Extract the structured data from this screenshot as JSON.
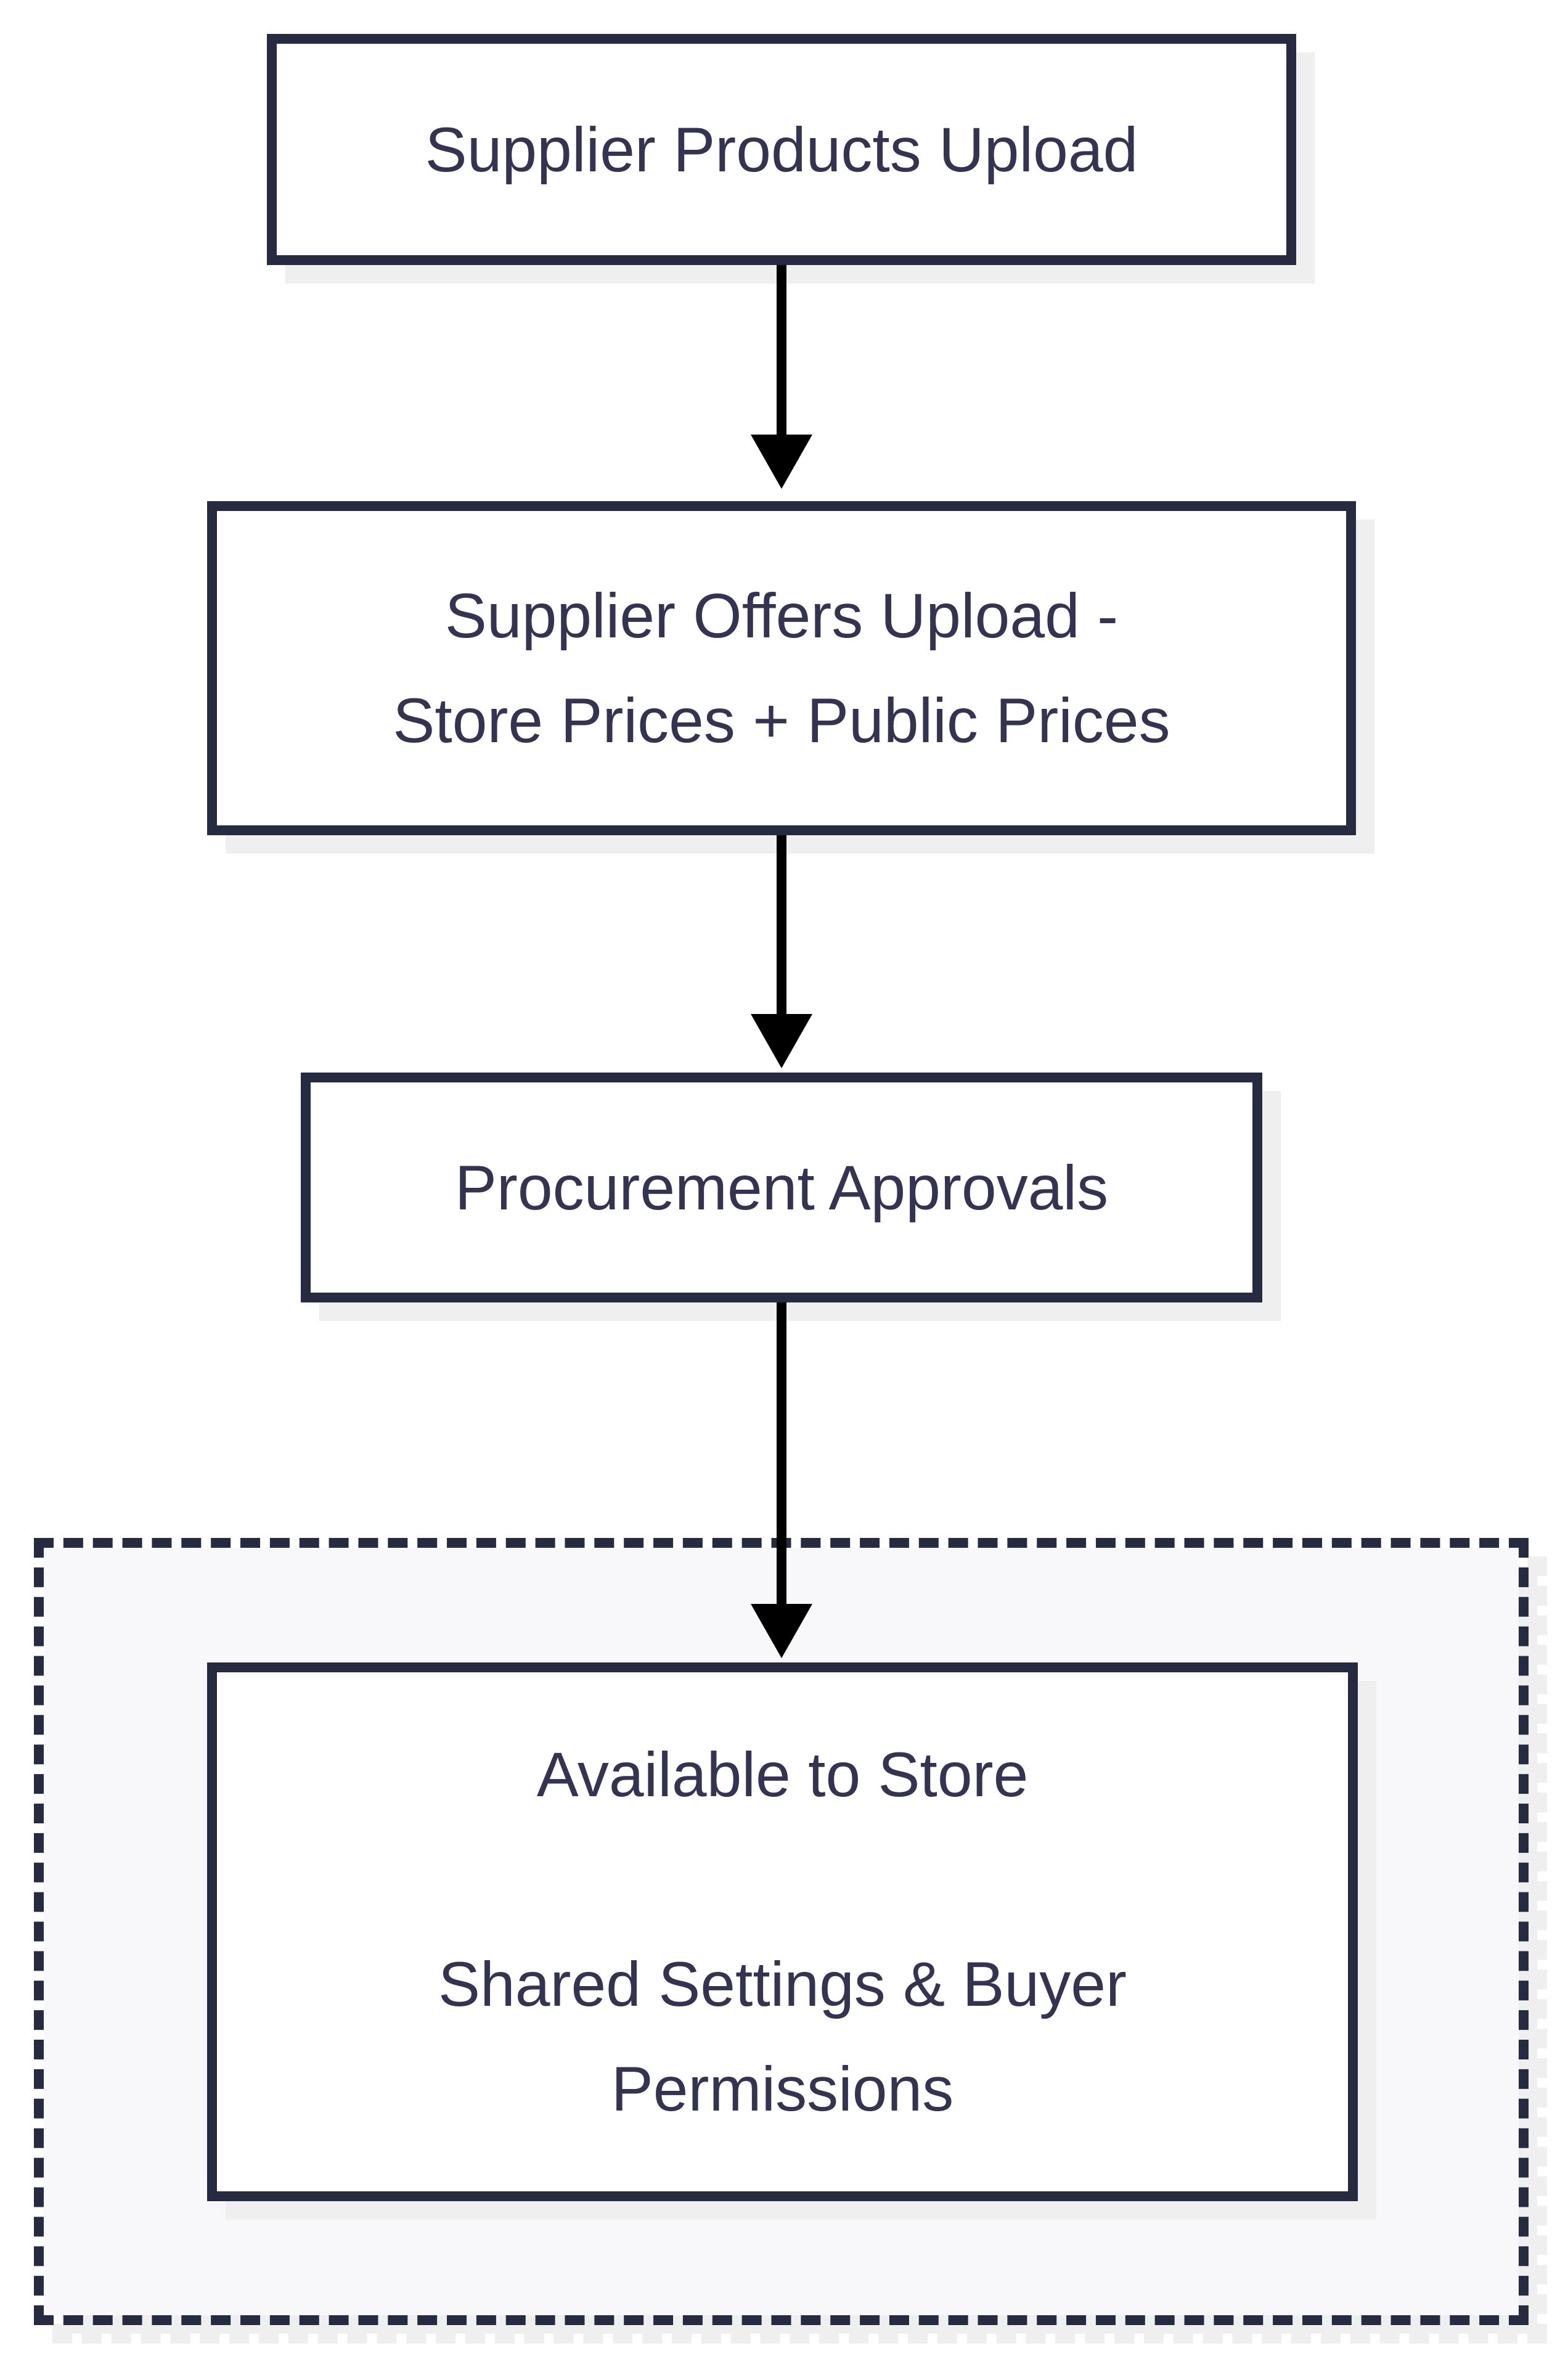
{
  "diagram": {
    "type": "flowchart",
    "direction": "top-down",
    "nodes": [
      {
        "id": "supplier-products-upload",
        "lines": [
          "Supplier Products Upload"
        ]
      },
      {
        "id": "supplier-offers-upload",
        "lines": [
          "Supplier Offers Upload -",
          "Store Prices + Public Prices"
        ]
      },
      {
        "id": "procurement-approvals",
        "lines": [
          "Procurement Approvals"
        ]
      },
      {
        "id": "available-to-store",
        "lines": [
          "Available to Store",
          "",
          "Shared Settings & Buyer Permissions"
        ]
      }
    ],
    "edges": [
      {
        "from": "supplier-products-upload",
        "to": "supplier-offers-upload"
      },
      {
        "from": "supplier-offers-upload",
        "to": "procurement-approvals"
      },
      {
        "from": "procurement-approvals",
        "to": "available-to-store"
      }
    ],
    "group": {
      "style": "dashed",
      "contains": [
        "available-to-store"
      ]
    },
    "colors": {
      "node_border": "#272b42",
      "node_fill": "#ffffff",
      "node_text": "#343351",
      "group_fill": "#f8f8fa",
      "group_border": "#272b42",
      "arrow": "#000000",
      "shadow": "#efeff0",
      "background": "#ffffff"
    }
  }
}
